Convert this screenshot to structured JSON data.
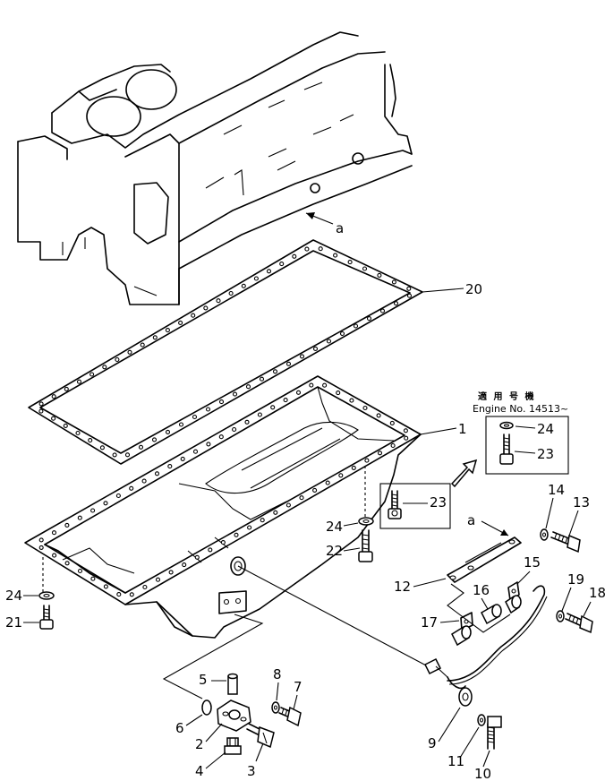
{
  "diagram": {
    "note": {
      "title": "適 用 号 機",
      "engine": "Engine No. 14513~"
    },
    "callouts": {
      "c1": "1",
      "c2": "2",
      "c3": "3",
      "c4": "4",
      "c5": "5",
      "c6": "6",
      "c7": "7",
      "c8": "8",
      "c9": "9",
      "c10": "10",
      "c11": "11",
      "c12": "12",
      "c13": "13",
      "c14": "14",
      "c15": "15",
      "c16": "16",
      "c17": "17",
      "c18": "18",
      "c19": "19",
      "c20": "20",
      "c21": "21",
      "c22": "22",
      "c23a": "23",
      "c23b": "23",
      "c24a": "24",
      "c24b": "24",
      "c24c": "24",
      "ref_a1": "a",
      "ref_a2": "a"
    }
  }
}
